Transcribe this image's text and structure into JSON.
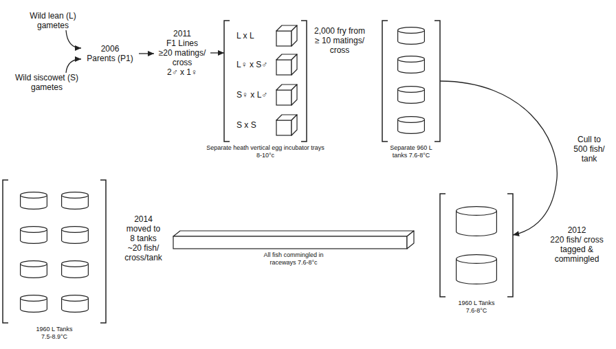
{
  "diagram": {
    "nodes": [
      {
        "text": [
          "Wild lean (L) gametes"
        ]
      },
      {
        "text": [
          "Wild siscowet (S) gametes"
        ]
      },
      {
        "text": [
          "2006",
          "Parents (P1)"
        ]
      },
      {
        "text": [
          "2011",
          "F1 Lines",
          "≥20 matings/ cross",
          "2♂ x 1♀"
        ]
      },
      {
        "text": [
          "L x L",
          "L♀ x S♂",
          "S♀ x L♂",
          "S x S",
          "Separate heath vertical egg incubator trays 8-10°c"
        ]
      },
      {
        "text": [
          "Separate 960 L tanks 7.6-8°C"
        ]
      },
      {
        "text": [
          "1960 L Tanks 7.6-8°C"
        ]
      },
      {
        "text": [
          "All fish commingled in raceways 7.6-8°c"
        ]
      },
      {
        "text": [
          "1960 L Tanks 7.5-8.9°C"
        ]
      }
    ],
    "edges": [
      {
        "from": 0,
        "to": 2,
        "arrow": "to"
      },
      {
        "from": 1,
        "to": 2,
        "arrow": "to"
      },
      {
        "from": 2,
        "to": 3,
        "arrow": "to"
      },
      {
        "from": 3,
        "to": 4,
        "arrow": "to"
      },
      {
        "from": 5,
        "to": 6,
        "arrow": "to"
      }
    ],
    "labels": [
      "2,000 fry from ≥ 10 matings/ cross",
      "Cull to 500 fish/ tank",
      "2012",
      "220 fish/ cross tagged & commingled",
      "2014",
      "moved to 8 tanks ~20 fish/ cross/tank"
    ]
  }
}
